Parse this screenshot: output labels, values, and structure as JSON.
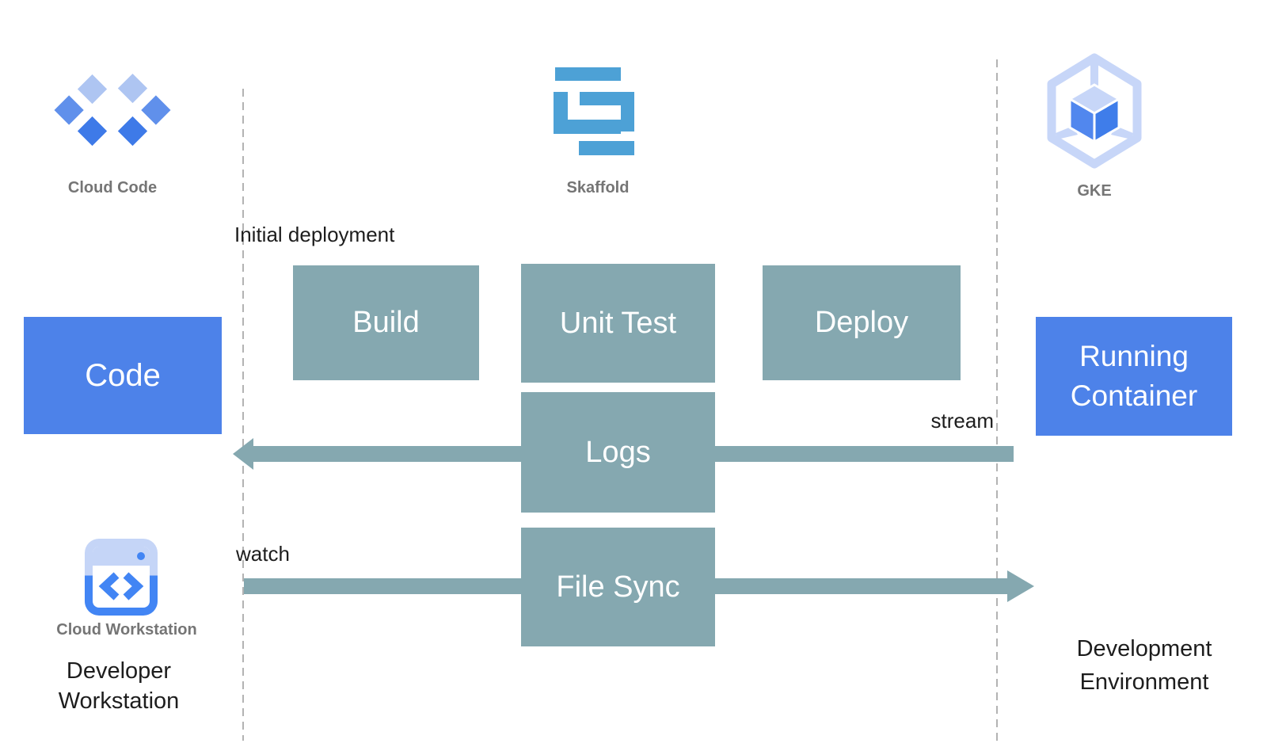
{
  "colors": {
    "teal": "#85a8b0",
    "blue": "#4d82e9",
    "label_gray": "#757575",
    "text_black": "#1d1d1d",
    "skaffold_blue": "#4da1d6",
    "dash_color": "#b3b3b3",
    "cc_light": "#aec5f2",
    "cc_mid": "#6090eb",
    "cc_dark": "#3e7ae8",
    "gke_light": "#c7d6f8",
    "gke_left": "#5187ee",
    "gke_right": "#3f7dea",
    "ws_light": "#c5d5f7",
    "ws_blue": "#4285f4"
  },
  "header_icons": {
    "cloud_code_label": "Cloud Code",
    "skaffold_label": "Skaffold",
    "gke_label": "GKE"
  },
  "pipeline": {
    "initial_deployment_label": "Initial deployment",
    "build": "Build",
    "unit_test": "Unit Test",
    "deploy": "Deploy",
    "logs": "Logs",
    "file_sync": "File Sync"
  },
  "endpoints": {
    "code": "Code",
    "running_container": "Running Container"
  },
  "flows": {
    "stream_label": "stream",
    "watch_label": "watch"
  },
  "workstation": {
    "icon_label": "Cloud Workstation",
    "caption": "Developer Workstation"
  },
  "environment": {
    "caption": "Development Environment"
  }
}
